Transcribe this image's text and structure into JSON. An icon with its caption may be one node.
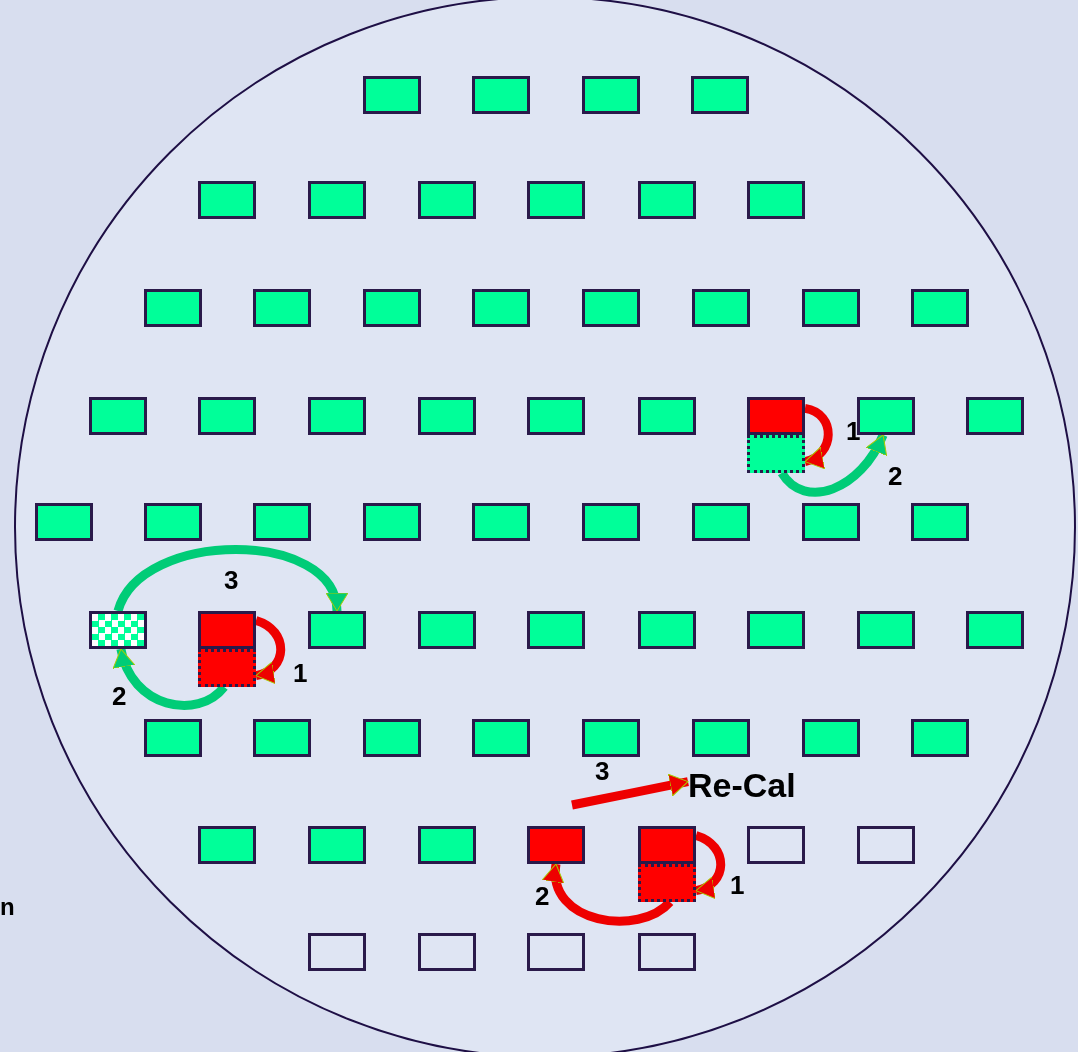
{
  "diagram": {
    "nodes": [
      {
        "text": [],
        "shape": "box"
      },
      {
        "text": [],
        "shape": "box"
      },
      {
        "text": [],
        "shape": "box"
      },
      {
        "text": [],
        "shape": "box"
      },
      {
        "text": [],
        "shape": "box"
      },
      {
        "text": [],
        "shape": "box"
      },
      {
        "text": [],
        "shape": "box"
      },
      {
        "text": [],
        "shape": "box"
      },
      {
        "text": [],
        "shape": "box"
      },
      {
        "text": [],
        "shape": "box"
      },
      {
        "text": [],
        "shape": "box"
      },
      {
        "text": [],
        "shape": "box"
      },
      {
        "text": [],
        "shape": "box"
      },
      {
        "text": [],
        "shape": "box"
      },
      {
        "text": [],
        "shape": "box"
      },
      {
        "text": [],
        "shape": "box"
      },
      {
        "text": [],
        "shape": "box"
      },
      {
        "text": [],
        "shape": "box"
      },
      {
        "text": [],
        "shape": "box"
      },
      {
        "text": [],
        "shape": "box"
      },
      {
        "text": [],
        "shape": "box"
      },
      {
        "text": [],
        "shape": "box"
      },
      {
        "text": [],
        "shape": "box"
      },
      {
        "text": [],
        "shape": "box"
      },
      {
        "text": [],
        "shape": "box"
      },
      {
        "text": [],
        "shape": "box"
      },
      {
        "text": [],
        "shape": "box"
      },
      {
        "text": [],
        "shape": "box"
      },
      {
        "text": [],
        "shape": "box"
      },
      {
        "text": [],
        "shape": "box"
      },
      {
        "text": [],
        "shape": "box"
      },
      {
        "text": [],
        "shape": "box"
      },
      {
        "text": [],
        "shape": "box"
      },
      {
        "text": [],
        "shape": "box"
      },
      {
        "text": [],
        "shape": "box"
      },
      {
        "text": [],
        "shape": "box"
      },
      {
        "text": [],
        "shape": "box"
      },
      {
        "text": [],
        "shape": "box"
      },
      {
        "text": [],
        "shape": "box"
      },
      {
        "text": [],
        "shape": "box"
      },
      {
        "text": [],
        "shape": "box"
      },
      {
        "text": [],
        "shape": "box"
      },
      {
        "text": [],
        "shape": "box"
      },
      {
        "text": [],
        "shape": "box"
      },
      {
        "text": [],
        "shape": "box"
      },
      {
        "text": [],
        "shape": "box"
      },
      {
        "text": [],
        "shape": "box"
      },
      {
        "text": [],
        "shape": "box"
      },
      {
        "text": [],
        "shape": "box"
      },
      {
        "text": [],
        "shape": "box"
      },
      {
        "text": [],
        "shape": "box"
      },
      {
        "text": [],
        "shape": "box"
      },
      {
        "text": [],
        "shape": "box"
      },
      {
        "text": [],
        "shape": "box"
      },
      {
        "text": [],
        "shape": "box"
      },
      {
        "text": [
          "Re-Cal"
        ]
      },
      {
        "text": [],
        "shape": "box"
      },
      {
        "text": [],
        "shape": "box"
      },
      {
        "text": [],
        "shape": "box"
      },
      {
        "text": [],
        "shape": "box"
      },
      {
        "text": [],
        "shape": "box"
      },
      {
        "text": [],
        "shape": "box"
      },
      {
        "text": [],
        "shape": "box"
      },
      {
        "text": [],
        "shape": "box"
      },
      {
        "text": [],
        "shape": "box"
      },
      {
        "text": [],
        "shape": "box"
      },
      {
        "text": [],
        "shape": "box"
      },
      {
        "text": [],
        "shape": "box"
      }
    ],
    "edges": [
      {
        "from": 24,
        "to": 27,
        "arrow": "to",
        "label": "1"
      },
      {
        "from": 27,
        "to": 25,
        "arrow": "to",
        "label": "2",
        "color": "#00cc77"
      },
      {
        "from": 38,
        "to": 46,
        "arrow": "to",
        "label": "1"
      },
      {
        "from": 46,
        "to": 37,
        "arrow": "to",
        "label": "2",
        "color": "#00cc77"
      },
      {
        "from": 37,
        "to": 39,
        "arrow": "to",
        "label": "3",
        "color": "#00cc77"
      },
      {
        "from": 60,
        "to": 63,
        "arrow": "to",
        "label": "1"
      },
      {
        "from": 63,
        "to": 59,
        "arrow": "to",
        "label": "2"
      },
      {
        "from": null,
        "to": 55,
        "arrow": "to",
        "label": "3"
      }
    ],
    "labels": [
      "n"
    ]
  }
}
